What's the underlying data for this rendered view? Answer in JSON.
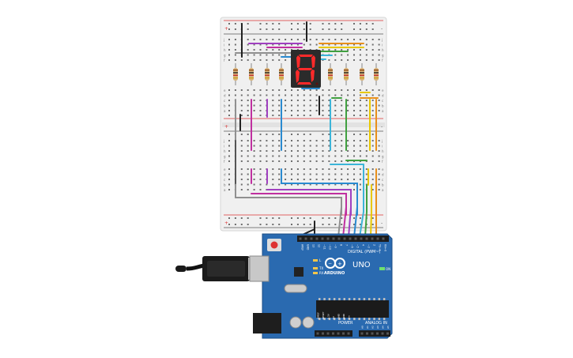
{
  "seven_segment": {
    "digit_segments_on": [
      "a",
      "b",
      "c",
      "d",
      "e",
      "f",
      "g"
    ],
    "segment_color_on": "#ff2a2a",
    "segment_color_off": "#5a1010",
    "body_color": "#2b2b2b"
  },
  "breadboard": {
    "row_letters_top": [
      "j",
      "i",
      "h",
      "g",
      "f",
      "e",
      "d",
      "c",
      "b",
      "a"
    ],
    "row_letters_bottom": [
      "j",
      "i",
      "h",
      "g",
      "f",
      "e",
      "d",
      "c",
      "b",
      "a"
    ],
    "rail_plus": "+",
    "rail_minus": "-",
    "plus_color": "#d33",
    "minus_color": "#555",
    "board_color": "#f0f0f0"
  },
  "arduino": {
    "brand": "ARDUINO",
    "model": "UNO",
    "header_digital": "DIGITAL (PWM~)",
    "header_power": "POWER",
    "header_analog": "ANALOG IN",
    "on_label": "ON",
    "tx_label": "TX",
    "rx_label": "RX",
    "l_label": "L",
    "digital_pins": [
      "AREF",
      "GND",
      "13",
      "12",
      "~11",
      "~10",
      "~9",
      "8",
      "7",
      "~6",
      "~5",
      "4",
      "~3",
      "2",
      "TX→1",
      "RX←0"
    ],
    "power_pins": [
      "IOREF",
      "RESET",
      "3.3V",
      "5V",
      "GND",
      "GND",
      "Vin"
    ],
    "analog_pins": [
      "A0",
      "A1",
      "A2",
      "A3",
      "A4",
      "A5"
    ],
    "board_color": "#2a6ab0"
  },
  "wires": {
    "purple": "#a040c0",
    "magenta": "#c030a0",
    "orange": "#e8901c",
    "yellow": "#e8c800",
    "green": "#40a040",
    "blue": "#2a8ad0",
    "cyan": "#3cb4d8",
    "gray": "#909090",
    "black": "#222222"
  }
}
